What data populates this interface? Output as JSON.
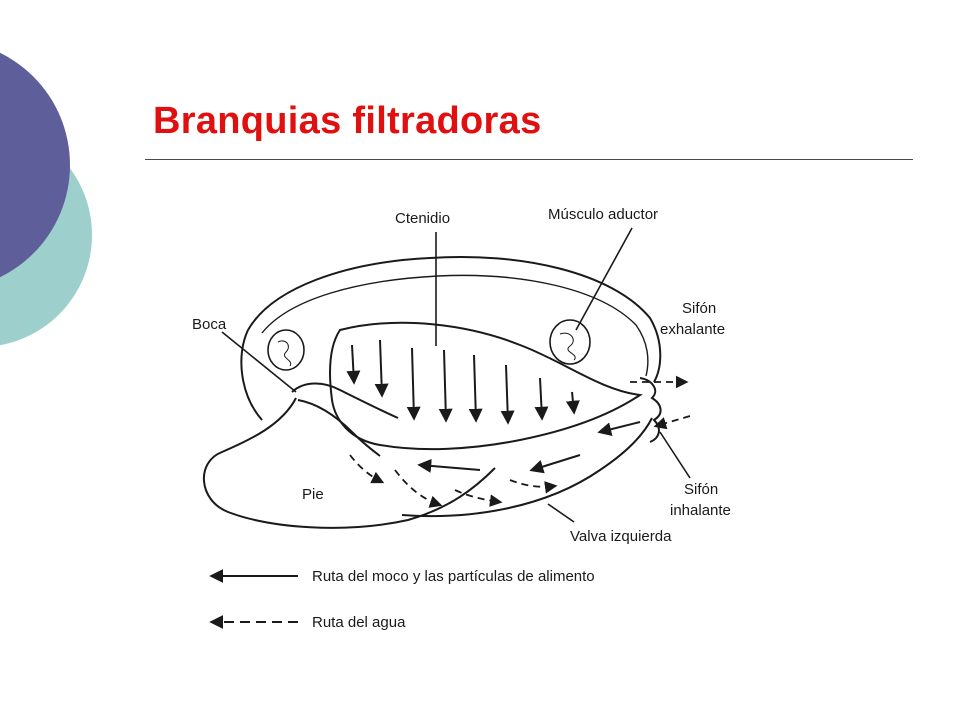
{
  "slide": {
    "title": "Branquias filtradoras",
    "colors": {
      "title": "#e01010",
      "deco_dark": "#5e5e9a",
      "deco_light": "#9dcfcc"
    }
  },
  "diagram": {
    "labels": {
      "ctenidio": "Ctenidio",
      "musculo_aductor": "Músculo aductor",
      "boca": "Boca",
      "sifon_exhalante_1": "Sifón",
      "sifon_exhalante_2": "exhalante",
      "sifon_inhalante_1": "Sifón",
      "sifon_inhalante_2": "inhalante",
      "pie": "Pie",
      "valva_izquierda": "Valva izquierda"
    },
    "legend": [
      {
        "line": "solid",
        "label": "Ruta del moco y las partículas de alimento"
      },
      {
        "line": "dashed",
        "label": "Ruta del agua"
      }
    ]
  }
}
